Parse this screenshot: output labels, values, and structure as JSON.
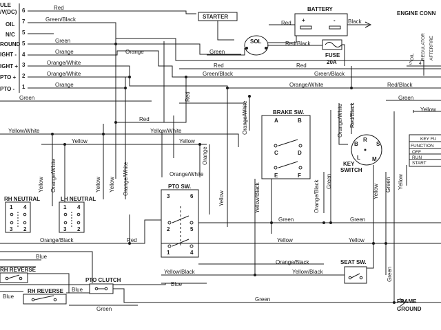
{
  "pins": [
    {
      "num": "6",
      "label": "ULE\n/V(DC)"
    },
    {
      "num": "7",
      "label": "OIL"
    },
    {
      "num": "5",
      "label": "N/C"
    },
    {
      "num": "5",
      "label": "ROUND"
    },
    {
      "num": "4",
      "label": "IGHT -"
    },
    {
      "num": "3",
      "label": "IGHT +"
    },
    {
      "num": "2",
      "label": "PTO +"
    },
    {
      "num": "1",
      "label": "PTO -"
    }
  ],
  "wire_labels": {
    "red1": "Red",
    "grn_blk1": "Green/Black",
    "green1": "Green",
    "orange1": "Orange",
    "orange2": "Orange",
    "orange_white1": "Orange/White",
    "orange_white2": "Orange/White",
    "orange_bottom": "Orange",
    "green_left": "Green",
    "yellow_white1": "Yellow/White",
    "yellow1": "Yellow",
    "yellow2": "Yellow",
    "red_mid": "Red",
    "yellow_white2": "Yellow/White",
    "red_bat": "Red",
    "black_bat": "Black",
    "red_black_sol": "Red/Black",
    "green_sol": "Green",
    "red_fuse": "Red",
    "grn_blk_right": "Green/Black",
    "ow_right": "Orange/White",
    "red_right": "Red",
    "grn_blk_far": "Green/Black",
    "red_black_far": "Red/Black",
    "green_far": "Green",
    "yellow_far": "Yellow",
    "red_v": "Red",
    "ow_v": "Orange/White",
    "ow_v2": "Orange/White",
    "rb_v": "Red/Black",
    "orange_v": "Orange",
    "ow_pto": "Orange/White",
    "green_mid": "Green",
    "green_mid2": "Green",
    "yellow_mid": "Yellow",
    "yellow_mid2": "Yellow",
    "ob_left": "Orange/Black",
    "red_low": "Red",
    "blue1": "Blue",
    "blue2": "Blue",
    "blue3": "Blue",
    "blue4": "Blue",
    "ob_low": "Orange/Black",
    "yb_low": "Yellow/Black",
    "yb_low2": "Yellow/Black",
    "green_ground": "Green",
    "green_low": "Green",
    "yellow_v1": "Yellow",
    "yellow_v2": "Yellow",
    "yellow_v3": "Yellow",
    "yellow_v4": "Yellow",
    "yellow_v5": "Yellow",
    "ow_v3": "Orange/White",
    "yb_v": "Yellow/Black",
    "ob_v": "Orange/Black",
    "green_v": "Green",
    "green_v2": "Green",
    "green_v3": "Green",
    "yellow_v6": "Yellow",
    "yellow_v7": "Yellow",
    "yellow_v8": "Yellow",
    "green_v4": "Green",
    "orange_v2": "Orange",
    "yellow_v9": "Yellow",
    "yellow_v10": "Yellow"
  },
  "components": {
    "starter": "STARTER",
    "battery": "BATTERY",
    "battery_plus": "+",
    "battery_minus": "-",
    "sol": "SOL",
    "fuse": "FUSE",
    "fuse_rating": "20A",
    "engine_conn": "ENGINE CONN",
    "brake_sw": "BRAKE SW.",
    "pto_sw": "PTO SW.",
    "key_switch_1": "KEY",
    "key_switch_2": "SWITCH",
    "rh_neutral": "RH NEUTRAL",
    "lh_neutral": "LH NEUTRAL",
    "rh_reverse_top": "RH REVERSE",
    "rh_reverse": "RH REVERSE",
    "pto_clutch": "PTO CLUTCH",
    "seat_sw": "SEAT SW.",
    "frame_ground_1": "FRAME",
    "frame_ground_2": "GROUND",
    "ec_pins": [
      "S",
      "REGULATOR",
      "AFTERFIRE"
    ],
    "ec_pin_nums": [
      "5",
      "4"
    ],
    "ec_oil": "OIL"
  },
  "brake_terms": [
    "A",
    "B",
    "C",
    "D",
    "E",
    "F"
  ],
  "pto_terms": [
    "3",
    "6",
    "2",
    "5",
    "1",
    "4"
  ],
  "neutral_terms": [
    "1",
    "4",
    "3",
    "2"
  ],
  "key_terms": [
    "B",
    "R",
    "S",
    "M",
    "L"
  ],
  "key_table": {
    "title": "KEY FU",
    "rows": [
      "FUNCTION",
      "OFF",
      "RUN",
      "START"
    ]
  }
}
